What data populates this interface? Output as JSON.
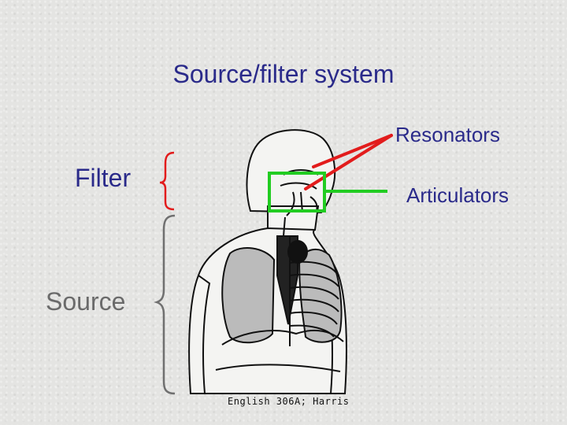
{
  "title": "Source/filter system",
  "labels": {
    "filter": "Filter",
    "source": "Source",
    "resonators": "Resonators",
    "articulators": "Articulators"
  },
  "credit": "English 306A; Harris",
  "colors": {
    "title_text": "#2a2a8a",
    "source_text": "#6a6a6a",
    "filter_bracket": "#e21c1c",
    "source_bracket": "#707070",
    "resonator_lines": "#e21c1c",
    "articulator_marker": "#22cc22"
  }
}
